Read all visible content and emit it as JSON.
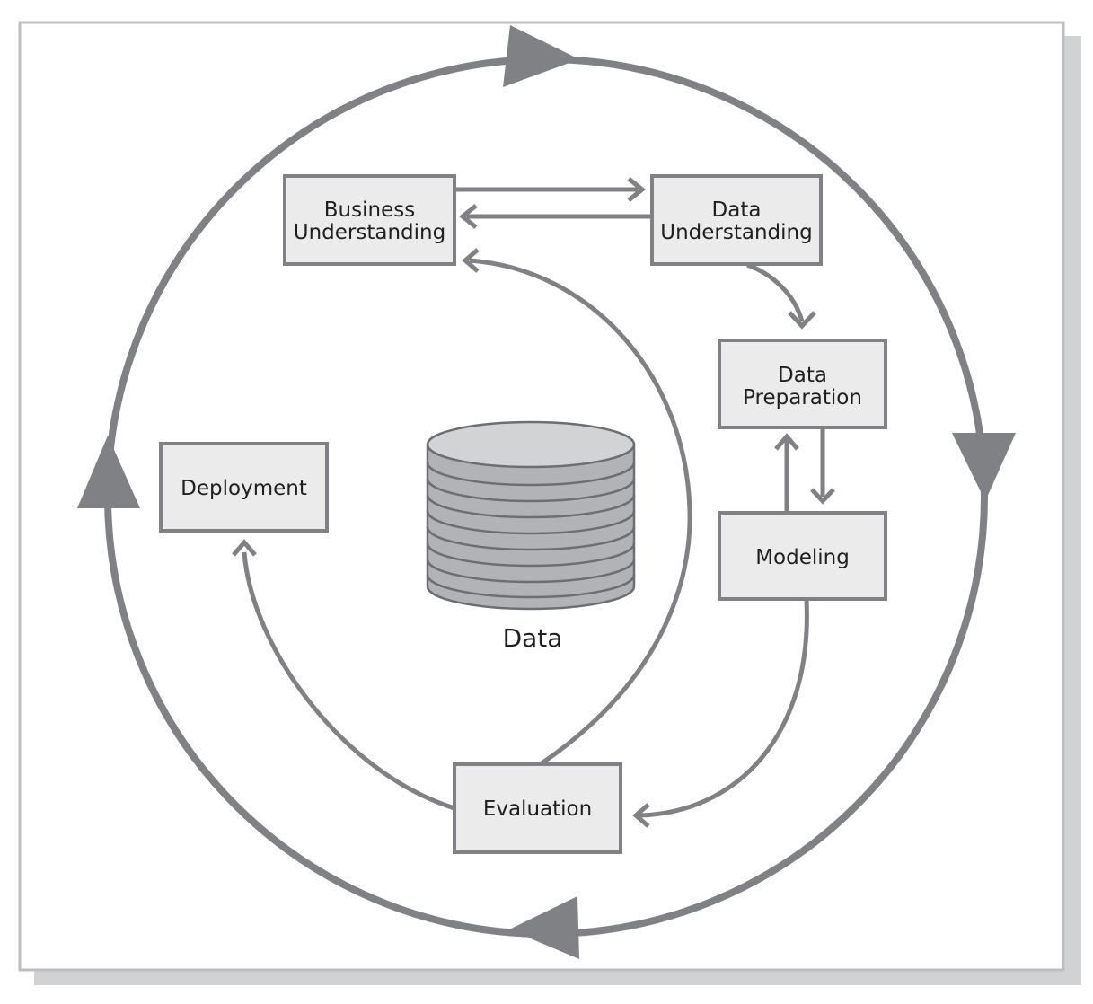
{
  "diagram": {
    "phases": {
      "business_understanding": [
        "Business",
        "Understanding"
      ],
      "data_understanding": [
        "Data",
        "Understanding"
      ],
      "data_preparation": [
        "Data",
        "Preparation"
      ],
      "modeling": "Modeling",
      "evaluation": "Evaluation",
      "deployment": "Deployment"
    },
    "data_store_label": "Data"
  },
  "colors": {
    "stroke": "#808184",
    "box_fill": "#ebebeb",
    "frame_shadow": "#d1d2d4",
    "frame_border": "#bcbec0",
    "text": "#1f1f1f"
  }
}
